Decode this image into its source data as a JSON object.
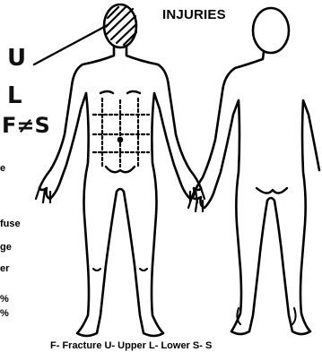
{
  "title": "INJURIES",
  "handwriting": {
    "line1": "U",
    "line2": "L",
    "line3": "F≠S"
  },
  "left_fragments": [
    "e",
    "fuse",
    "ge",
    "er",
    "%",
    "%"
  ],
  "footer_text": "F- Fracture     U- Upper     L- Lower     S- S",
  "figures": {
    "front": "front-view-body-outline",
    "back": "back-view-body-outline"
  }
}
